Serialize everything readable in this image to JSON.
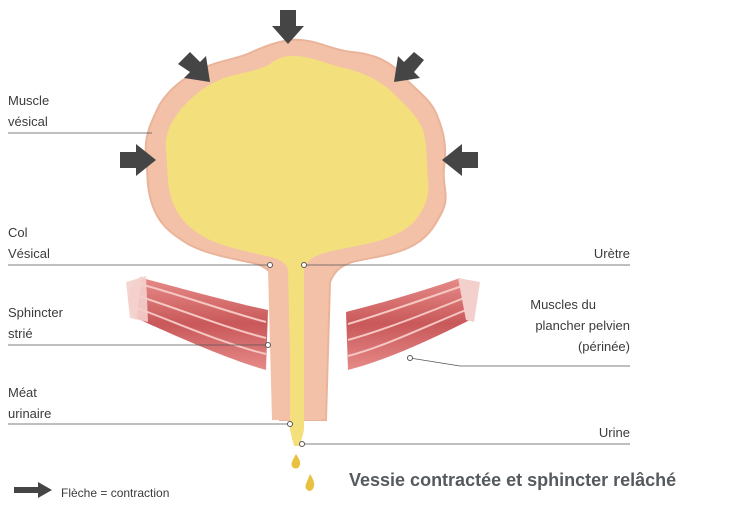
{
  "labels": {
    "muscle_vesical": [
      "Muscle",
      "vésical"
    ],
    "col_vesical": [
      "Col",
      "Vésical"
    ],
    "sphincter_strie": [
      "Sphincter",
      "strié"
    ],
    "meat_urinaire": [
      "Méat",
      "urinaire"
    ],
    "uretre": "Urètre",
    "muscles_plancher": [
      "Muscles du",
      "plancher pelvien",
      "(périnée)"
    ],
    "urine": "Urine"
  },
  "legend": {
    "text": "Flèche = contraction",
    "icon": "arrow-right-icon"
  },
  "title": "Vessie contractée et sphincter relâché",
  "colors": {
    "bladder_wall": "#f3c1a8",
    "bladder_wall_edge": "#eab49a",
    "urine": "#f3e07c",
    "muscle_red": "#d86a6a",
    "muscle_light": "#f4d0cc",
    "arrow": "#454545",
    "leader_line": "#555555",
    "text": "#3b3b3b"
  }
}
